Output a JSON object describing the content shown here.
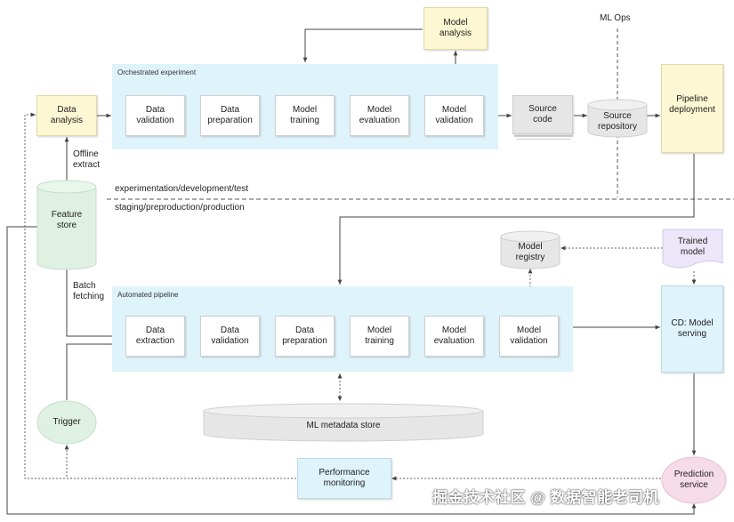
{
  "ml_ops_label": "ML  Ops",
  "env_top_label": "experimentation/development/test",
  "env_bottom_label": "staging/preproduction/production",
  "orchestrated": {
    "title": "Orchestrated experiment",
    "steps": [
      "Data\nvalidation",
      "Data\npreparation",
      "Model\ntraining",
      "Model\nevaluation",
      "Model\nvalidation"
    ]
  },
  "automated": {
    "title": "Automated pipeline",
    "steps": [
      "Data\nextraction",
      "Data\nvalidation",
      "Data\npreparation",
      "Model\ntraining",
      "Model\nevaluation",
      "Model\nvalidation"
    ]
  },
  "nodes": {
    "model_analysis": "Model\nanalysis",
    "data_analysis": "Data\nanalysis",
    "source_code": "Source\ncode",
    "source_repository": "Source\nrepository",
    "pipeline_deployment": "Pipeline\ndeployment",
    "feature_store": "Feature\nstore",
    "model_registry": "Model\nregistry",
    "trained_model": "Trained\nmodel",
    "cd_model_serving": "CD: Model\nserving",
    "ml_metadata_store": "ML metadata store",
    "trigger": "Trigger",
    "performance_monitoring": "Performance\nmonitoring",
    "prediction_service": "Prediction\nservice"
  },
  "edge_labels": {
    "offline_extract": "Offline\nextract",
    "batch_fetching": "Batch\nfetching"
  },
  "watermark": "掘金技术社区 @ 数据智能老司机",
  "colors": {
    "panel": "#dff3fb",
    "yellow": "#fdf7d3",
    "green": "#def1e2",
    "pink": "#f6dbe9",
    "purple": "#ece6f8",
    "grey": "#e6e6e6"
  }
}
